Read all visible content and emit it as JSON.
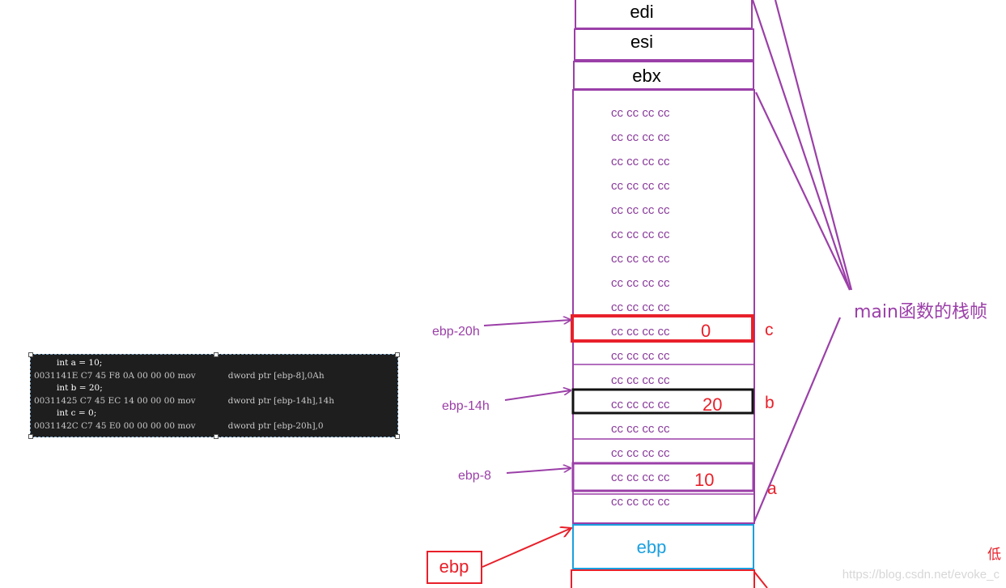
{
  "stack": {
    "registers": [
      "edi",
      "esi",
      "ebx"
    ],
    "fill_text": "cc  cc  cc  cc",
    "fill_rows": 17,
    "base_label": "ebp"
  },
  "annotations": {
    "frame_label": "main函数的栈帧",
    "pointers": [
      {
        "text": "ebp-20h"
      },
      {
        "text": "ebp-14h"
      },
      {
        "text": "ebp-8"
      }
    ],
    "values": [
      {
        "value": "0",
        "var": "c"
      },
      {
        "value": "20",
        "var": "b"
      },
      {
        "value": "10",
        "var": "a"
      }
    ],
    "ebp_box": "ebp",
    "corner_text": "低",
    "watermark": "https://blog.csdn.net/evoke_c"
  },
  "code": [
    {
      "kind": "src",
      "text": "int a = 10;"
    },
    {
      "kind": "asm",
      "addr": "0031141E",
      "bytes": "C7 45 F8 0A 00 00 00",
      "op": "mov",
      "args": "dword ptr [ebp-8],0Ah"
    },
    {
      "kind": "src",
      "text": "int b = 20;"
    },
    {
      "kind": "asm",
      "addr": "00311425",
      "bytes": "C7 45 EC 14 00 00 00",
      "op": "mov",
      "args": "dword ptr [ebp-14h],14h"
    },
    {
      "kind": "src",
      "text": "int c = 0;"
    },
    {
      "kind": "asm",
      "addr": "0031142C",
      "bytes": "C7 45 E0 00 00 00 00",
      "op": "mov",
      "args": "dword ptr [ebp-20h],0"
    }
  ],
  "colors": {
    "purple": "#9b3fa8",
    "red": "#e8202a",
    "blue": "#1aa0e0",
    "black": "#111111",
    "cc_text": "#8a3c9c"
  }
}
